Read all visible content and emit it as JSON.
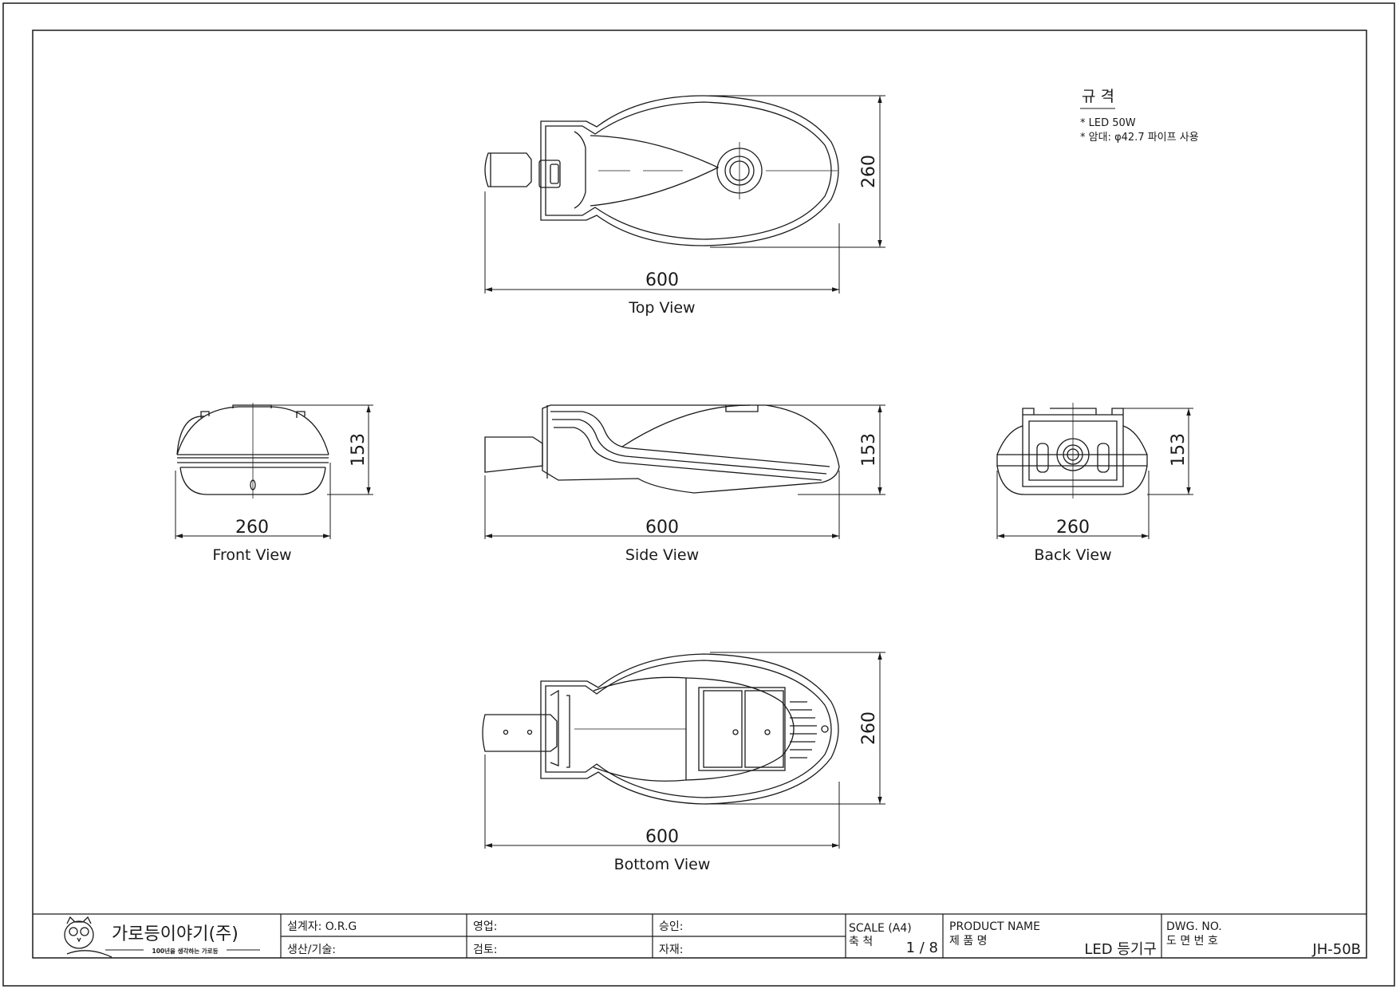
{
  "spec": {
    "title": "규 격",
    "items": [
      "* LED 50W",
      "* 암대: φ42.7 파이프 사용"
    ]
  },
  "views": {
    "top": {
      "label": "Top View",
      "width": "600",
      "height": "260"
    },
    "front": {
      "label": "Front View",
      "width": "260",
      "height": "153"
    },
    "side": {
      "label": "Side View",
      "width": "600",
      "height": "153"
    },
    "back": {
      "label": "Back View",
      "width": "260",
      "height": "153"
    },
    "bottom": {
      "label": "Bottom View",
      "width": "600",
      "height": "260"
    }
  },
  "title_block": {
    "company": "가로등이야기(주)",
    "slogan": "100년을 생각하는 가로등",
    "designer": "설계자: O.R.G",
    "production": "생산/기술:",
    "sales": "영업:",
    "review": "검토:",
    "approval": "승인:",
    "material": "자재:",
    "scale_label": "SCALE (A4)",
    "scale_kr": "축 척",
    "scale_value": "1 / 8",
    "product_name_label": "PRODUCT NAME",
    "product_name_kr": "제 품 명",
    "product_name": "LED 등기구",
    "dwg_label": "DWG. NO.",
    "dwg_kr": "도 면 번 호",
    "dwg_no": "JH-50B"
  },
  "colors": {
    "line": "#1a1a1a",
    "background": "#ffffff"
  }
}
